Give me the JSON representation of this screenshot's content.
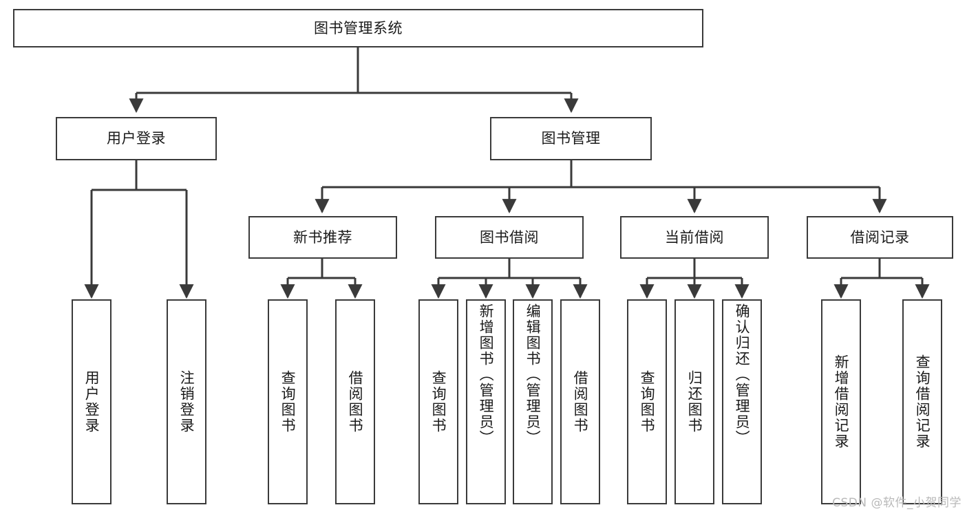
{
  "diagram": {
    "title_node": {
      "id": "root",
      "label": "图书管理系统"
    },
    "level2": [
      {
        "id": "login",
        "label": "用户登录"
      },
      {
        "id": "bookmgmt",
        "label": "图书管理"
      }
    ],
    "level3": [
      {
        "id": "newbook",
        "label": "新书推荐"
      },
      {
        "id": "borrow",
        "label": "图书借阅"
      },
      {
        "id": "current",
        "label": "当前借阅"
      },
      {
        "id": "records",
        "label": "借阅记录"
      }
    ],
    "leaves": {
      "login": [
        {
          "id": "login-user",
          "label": "用户登录"
        },
        {
          "id": "login-logout",
          "label": "注销登录"
        }
      ],
      "newbook": [
        {
          "id": "newbook-query",
          "label": "查询图书"
        },
        {
          "id": "newbook-borrow",
          "label": "借阅图书"
        }
      ],
      "borrow": [
        {
          "id": "borrow-query",
          "label": "查询图书"
        },
        {
          "id": "borrow-add",
          "label": "新增图书（管理员）"
        },
        {
          "id": "borrow-edit",
          "label": "编辑图书（管理员）"
        },
        {
          "id": "borrow-lend",
          "label": "借阅图书"
        }
      ],
      "current": [
        {
          "id": "current-query",
          "label": "查询图书"
        },
        {
          "id": "current-return",
          "label": "归还图书"
        },
        {
          "id": "current-confirm",
          "label": "确认归还（管理员）"
        }
      ],
      "records": [
        {
          "id": "records-add",
          "label": "新增借阅记录"
        },
        {
          "id": "records-query",
          "label": "查询借阅记录"
        }
      ]
    }
  },
  "watermark": {
    "text": "CSDN @软件_小贺同学"
  },
  "colors": {
    "border": "#3a3a3a",
    "text": "#1a1a1a",
    "background": "#ffffff",
    "watermark": "#b9b9b9"
  }
}
